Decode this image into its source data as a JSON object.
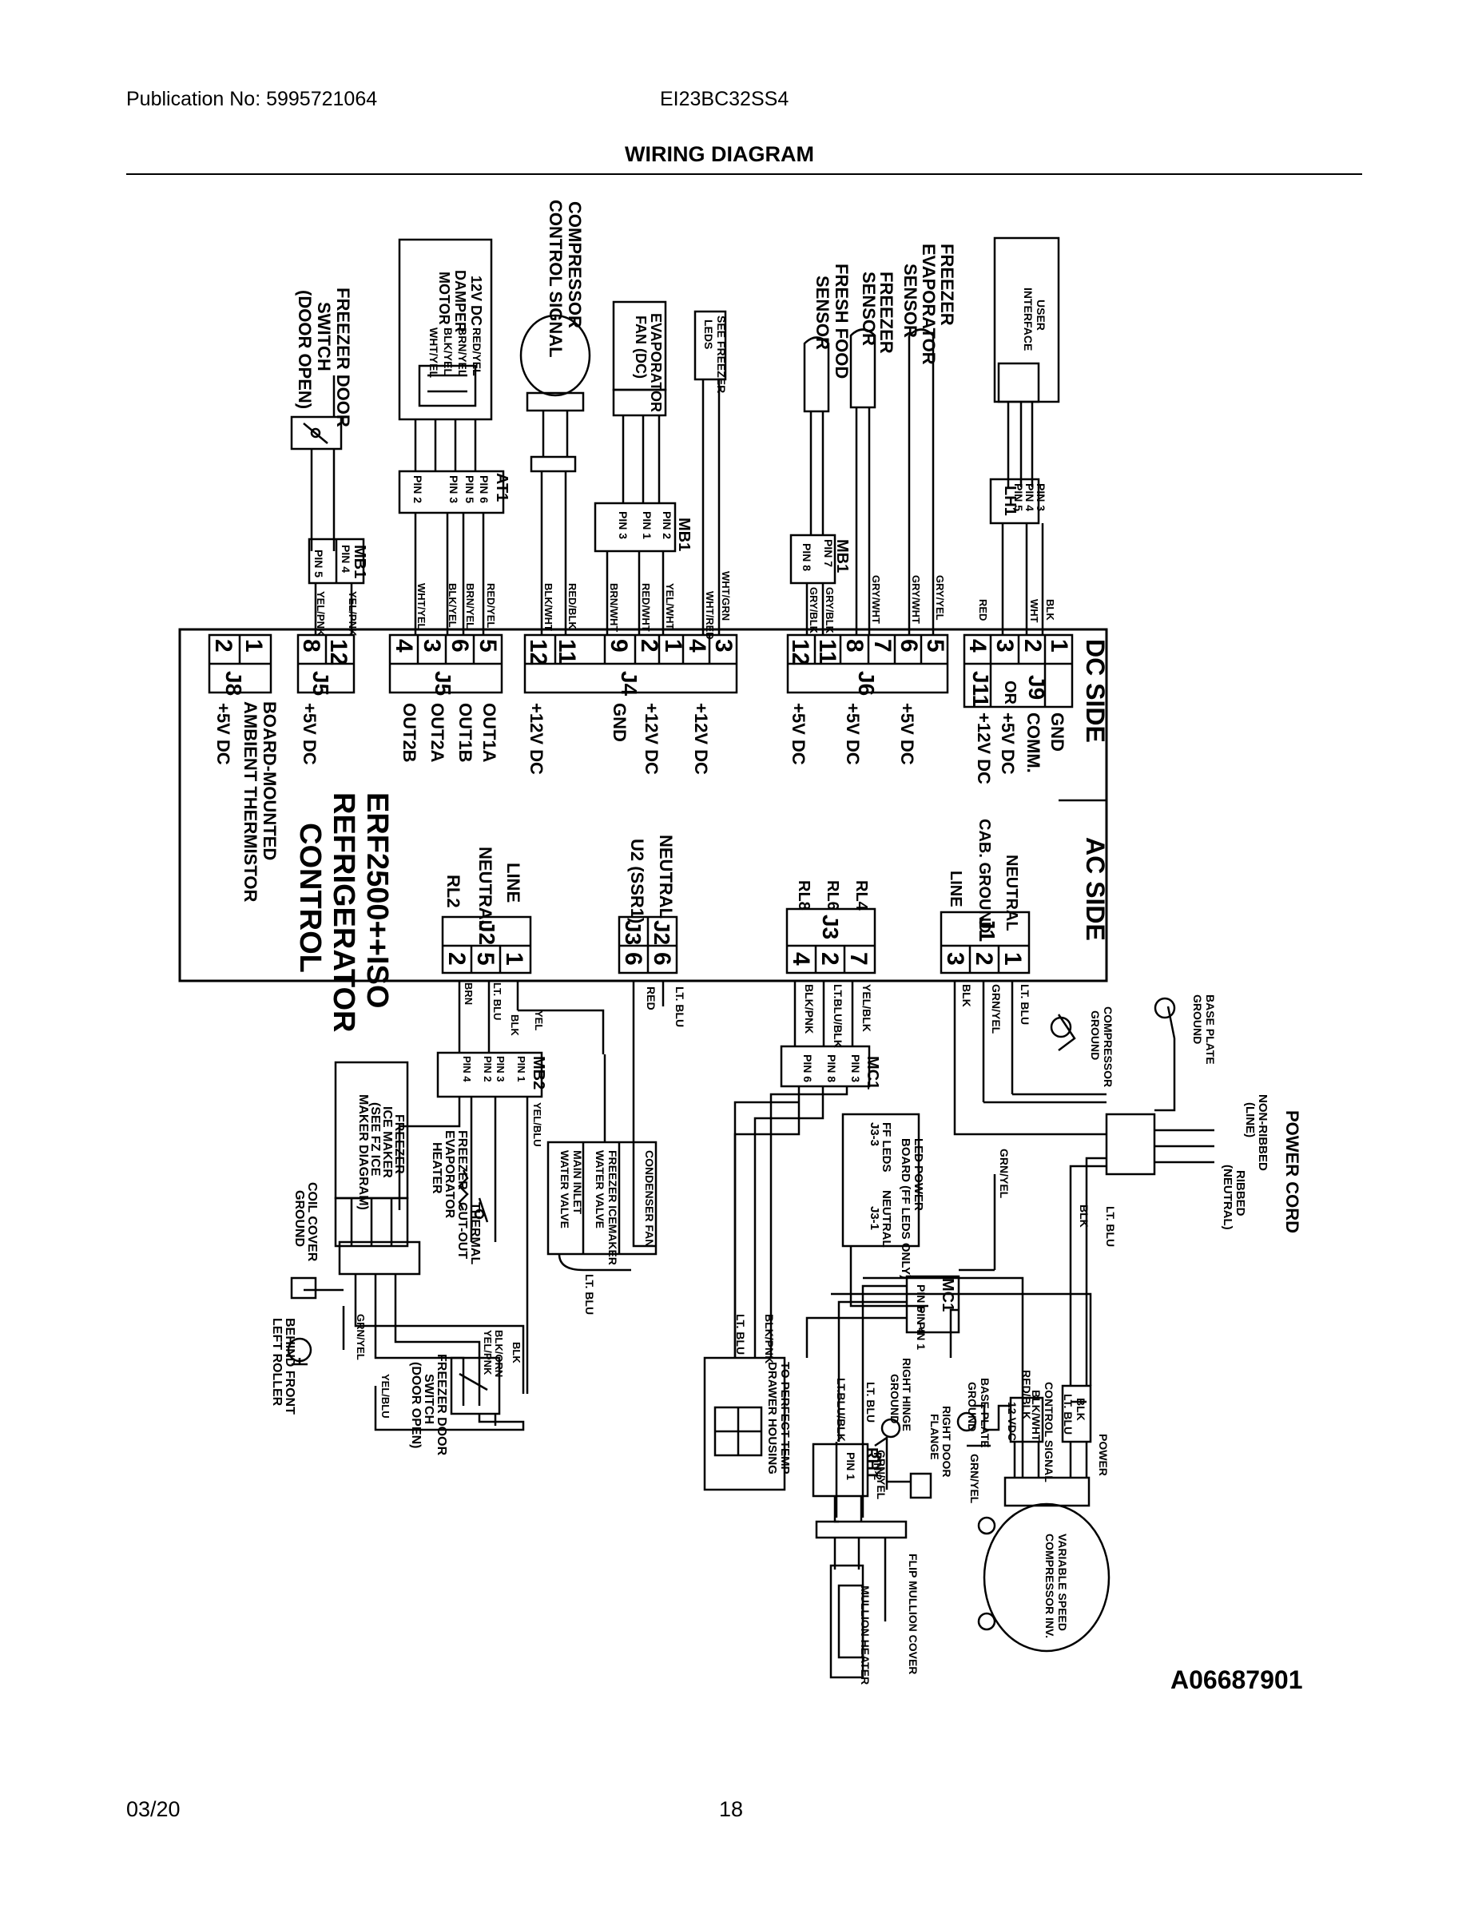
{
  "header": {
    "publication": "Publication No:  5995721064",
    "model": "EI23BC32SS4",
    "title": "WIRING DIAGRAM"
  },
  "footer": {
    "date": "03/20",
    "page": "18"
  },
  "diagram_code": "A06687901",
  "control": {
    "name_lines": [
      "ERF2500++ISO",
      "REFRIGERATOR",
      "CONTROL"
    ],
    "dc_side": "DC SIDE",
    "ac_side": "AC SIDE",
    "thermistor_lines": [
      "BOARD-MOUNTED",
      "AMBIENT THERMISTOR"
    ]
  },
  "connectors": {
    "j8": {
      "name": "J8",
      "pins": [
        "2",
        "1"
      ],
      "label": "+5V DC"
    },
    "j5a": {
      "name": "J5",
      "pins": [
        "8",
        "12"
      ],
      "label": "+5V DC"
    },
    "j5b": {
      "name": "J5",
      "pins": [
        "4",
        "3",
        "6",
        "5"
      ],
      "labels": [
        "OUT1A",
        "OUT1B",
        "OUT2A",
        "OUT2B"
      ]
    },
    "j4": {
      "name": "J4",
      "pins": [
        "12",
        "11",
        "9",
        "2",
        "1",
        "4",
        "3"
      ],
      "labels": [
        "+12V DC",
        "GND",
        "+12V DC",
        "+12V DC"
      ]
    },
    "j6": {
      "name": "J6",
      "pins": [
        "12",
        "11",
        "8",
        "7",
        "6",
        "5"
      ],
      "labels": [
        "+5V DC",
        "+5V DC",
        "+5V DC"
      ]
    },
    "j9": {
      "name": "J9",
      "pins": [
        "2",
        "1"
      ]
    },
    "j11": {
      "name": "J11",
      "pins": [
        "4",
        "3"
      ],
      "or": "OR",
      "labels": [
        "GND",
        "COMM.",
        "+5V DC",
        "+12V DC"
      ]
    },
    "j2": {
      "name": "J2",
      "pins": [
        "2",
        "5",
        "1"
      ],
      "labels": [
        "LINE",
        "NEUTRAL",
        "RL2"
      ]
    },
    "j3a": {
      "name": "J3",
      "pins": [
        "6"
      ],
      "label": "U2 (SSR1)"
    },
    "j2b": {
      "name": "J2",
      "pins": [
        "6"
      ],
      "label": "NEUTRAL"
    },
    "j3b": {
      "name": "J3",
      "pins": [
        "4",
        "2",
        "7"
      ],
      "labels": [
        "RL8",
        "RL6",
        "RL4"
      ]
    },
    "j1": {
      "name": "J1",
      "pins": [
        "3",
        "2",
        "1"
      ],
      "labels": [
        "LINE",
        "CAB. GROUND",
        "NEUTRAL"
      ]
    }
  },
  "components": {
    "freezer_door_switch": [
      "FREEZER DOOR",
      "SWITCH",
      "(DOOR OPEN)"
    ],
    "damper_motor": [
      "12V DC",
      "DAMPER",
      "MOTOR"
    ],
    "damper_wires": [
      "RED/YEL",
      "BRN/YEL",
      "BLK/YEL",
      "WHT/YEL"
    ],
    "compressor_signal": [
      "COMPRESSOR",
      "CONTROL SIGNAL"
    ],
    "evap_fan": [
      "EVAPORATOR",
      "FAN (DC)"
    ],
    "freezer_leds": [
      "SEE FREEZER",
      "LEDS"
    ],
    "fresh_food_sensor": [
      "FRESH FOOD",
      "SENSOR"
    ],
    "freezer_sensor": [
      "FREEZER",
      "SENSOR"
    ],
    "freezer_evap_sensor": [
      "FREEZER",
      "EVAPORATOR",
      "SENSOR"
    ],
    "user_interface": [
      "USER",
      "INTERFACE"
    ],
    "at1": "AT1",
    "mb1": "MB1",
    "lh1": "LH1",
    "mb2": "MB2",
    "mc1": "MC1",
    "rh1": "RH1",
    "ice_maker": [
      "FREEZER",
      "ICE MAKER",
      "(SEE FZ ICE",
      "MAKER DIAGRAM)"
    ],
    "evap_heater": [
      "FREEZER",
      "EVAPORATOR",
      "HEATER"
    ],
    "thermal_cutout": [
      "THERMAL",
      "CUT-OUT"
    ],
    "coil_cover_ground": [
      "COIL COVER",
      "GROUND"
    ],
    "behind_roller": [
      "BEHIND FRONT",
      "LEFT ROLLER"
    ],
    "freezer_door_switch2": [
      "FREEZER DOOR",
      "SWITCH",
      "(DOOR OPEN)"
    ],
    "main_inlet": [
      "MAIN INLET",
      "WATER VALVE"
    ],
    "icemaker_valve": [
      "FREEZER ICEMAKER",
      "WATER VALVE"
    ],
    "condenser_fan": "CONDENSER FAN",
    "led_power": [
      "LED POWER",
      "BOARD (FF LEDS ONLY)"
    ],
    "ff_leds": [
      "FF LEDS",
      "J3-3"
    ],
    "neutral_j31": [
      "NEUTRAL",
      "J3-1"
    ],
    "perfect_temp": [
      "TO PERFECT TEMP",
      "DRAWER HOUSING"
    ],
    "right_hinge": [
      "RIGHT HINGE",
      "GROUND"
    ],
    "right_door": [
      "RIGHT DOOR",
      "FLANGE"
    ],
    "mullion_heater": "MULLION HEATER",
    "flip_mullion": "FLIP MULLION COVER",
    "compressor_inv": [
      "VARIABLE SPEED",
      "COMPRESSOR INV."
    ],
    "control_signal": [
      "CONTROL SIGNAL",
      "BLK/WHT"
    ],
    "base_plate_ground": [
      "BASE PLATE",
      "GROUND"
    ],
    "compressor_ground": [
      "COMPRESSOR",
      "GROUND"
    ],
    "base_plate_ground2": [
      "BASE PLATE",
      "GROUND"
    ],
    "power_cord": "POWER CORD",
    "non_ribbed": [
      "NON-RIBBED",
      "(LINE)"
    ],
    "ribbed": [
      "RIBBED",
      "(NEUTRAL)"
    ],
    "power": "POWER",
    "vdc12": "12 VDC"
  },
  "pin_labels": {
    "pin1": "PIN 1",
    "pin2": "PIN 2",
    "pin3": "PIN 3",
    "pin4": "PIN 4",
    "pin5": "PIN 5",
    "pin6": "PIN 6",
    "pin7": "PIN 7",
    "pin8": "PIN 8"
  },
  "wire_colors": [
    "BLK",
    "RED",
    "WHT",
    "GRY/YEL",
    "GRY/WHT",
    "GRY/BLK",
    "WHT/GRN",
    "WHT/RED",
    "YEL/WHT",
    "RED/WHT",
    "BRN/WHT",
    "RED/BLK",
    "BLK/WHT",
    "WHT/YEL",
    "BLK/YEL",
    "BRN/YEL",
    "RED/YEL",
    "YEL/PNK",
    "BLK/ORN",
    "BRN",
    "LT. BLU",
    "YEL",
    "YEL/BLU",
    "BLK/PNK",
    "LT.BLU/BLK",
    "YEL/BLK",
    "GRN/YEL",
    "RED/BLK"
  ]
}
